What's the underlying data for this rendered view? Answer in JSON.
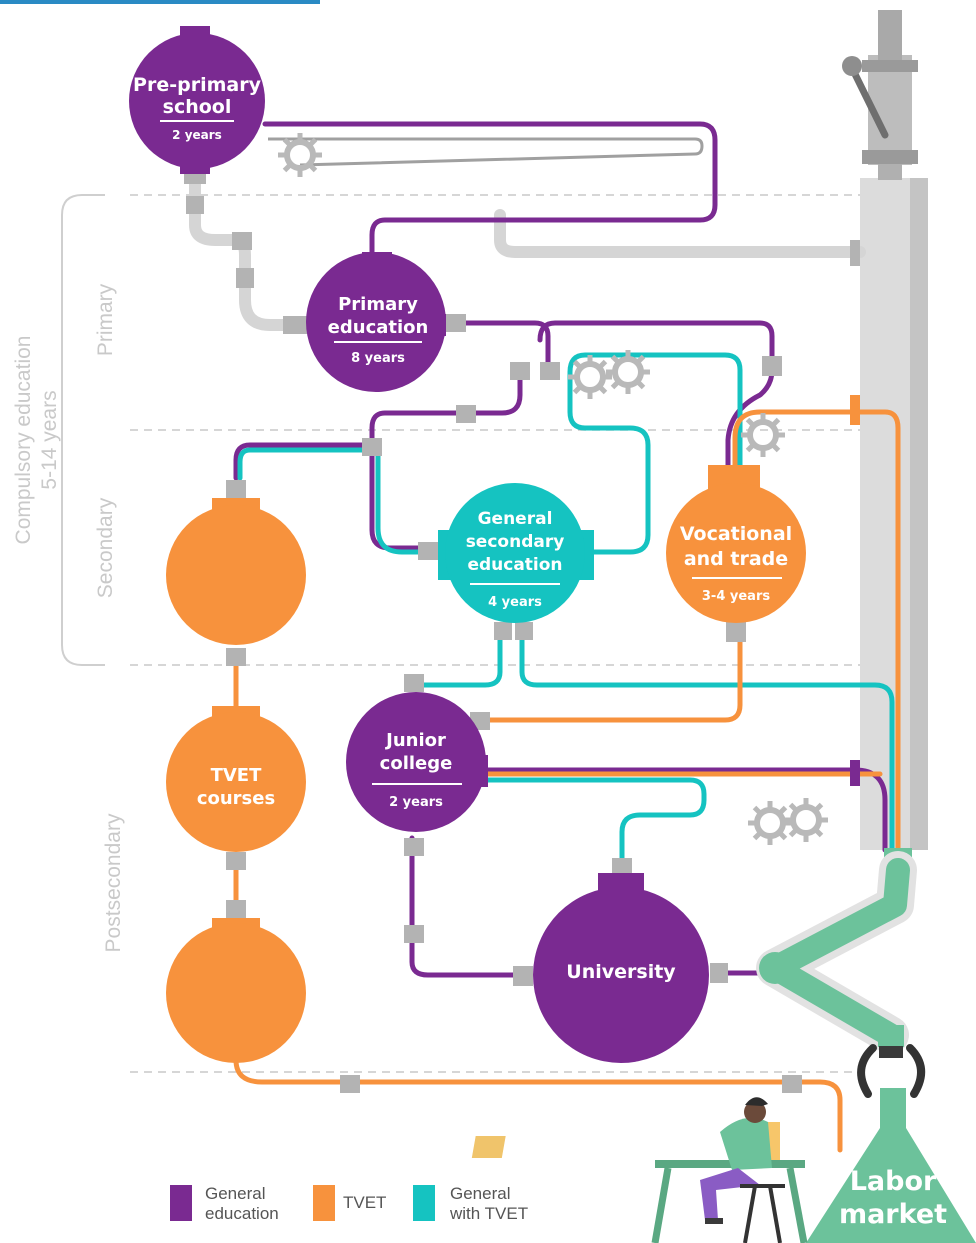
{
  "colors": {
    "general": "#7a2a91",
    "tvet": "#f7923d",
    "general_tvet": "#15c3c1",
    "labor": "#6cc29b",
    "pipe_gray": "#c8c8c8",
    "connector": "#b3b3b3"
  },
  "bands": {
    "compulsory": "Compulsory education",
    "compulsory_years": "5-14 years",
    "primary": "Primary",
    "secondary": "Secondary",
    "postsecondary": "Postsecondary"
  },
  "nodes": {
    "preprimary": {
      "title1": "Pre-primary",
      "title2": "school",
      "years": "2 years"
    },
    "primary": {
      "title1": "Primary",
      "title2": "education",
      "years": "8 years"
    },
    "general_secondary": {
      "title1": "General",
      "title2": "secondary",
      "title3": "education",
      "years": "4 years"
    },
    "vocational": {
      "title1": "Vocational",
      "title2": "and trade",
      "years": "3-4 years"
    },
    "tvet_courses": {
      "title1": "TVET",
      "title2": "courses"
    },
    "junior_college": {
      "title1": "Junior",
      "title2": "college",
      "years": "2 years"
    },
    "university": {
      "title": "University"
    },
    "labor_market": {
      "line1": "Labor",
      "line2": "market"
    }
  },
  "legend": {
    "general": {
      "line1": "General",
      "line2": "education"
    },
    "tvet": {
      "line1": "TVET"
    },
    "general_tvet": {
      "line1": "General",
      "line2": "with TVET"
    }
  },
  "icons": [
    "gear-icon",
    "lever-icon",
    "robot-arm-icon",
    "person-at-laptop-icon"
  ]
}
